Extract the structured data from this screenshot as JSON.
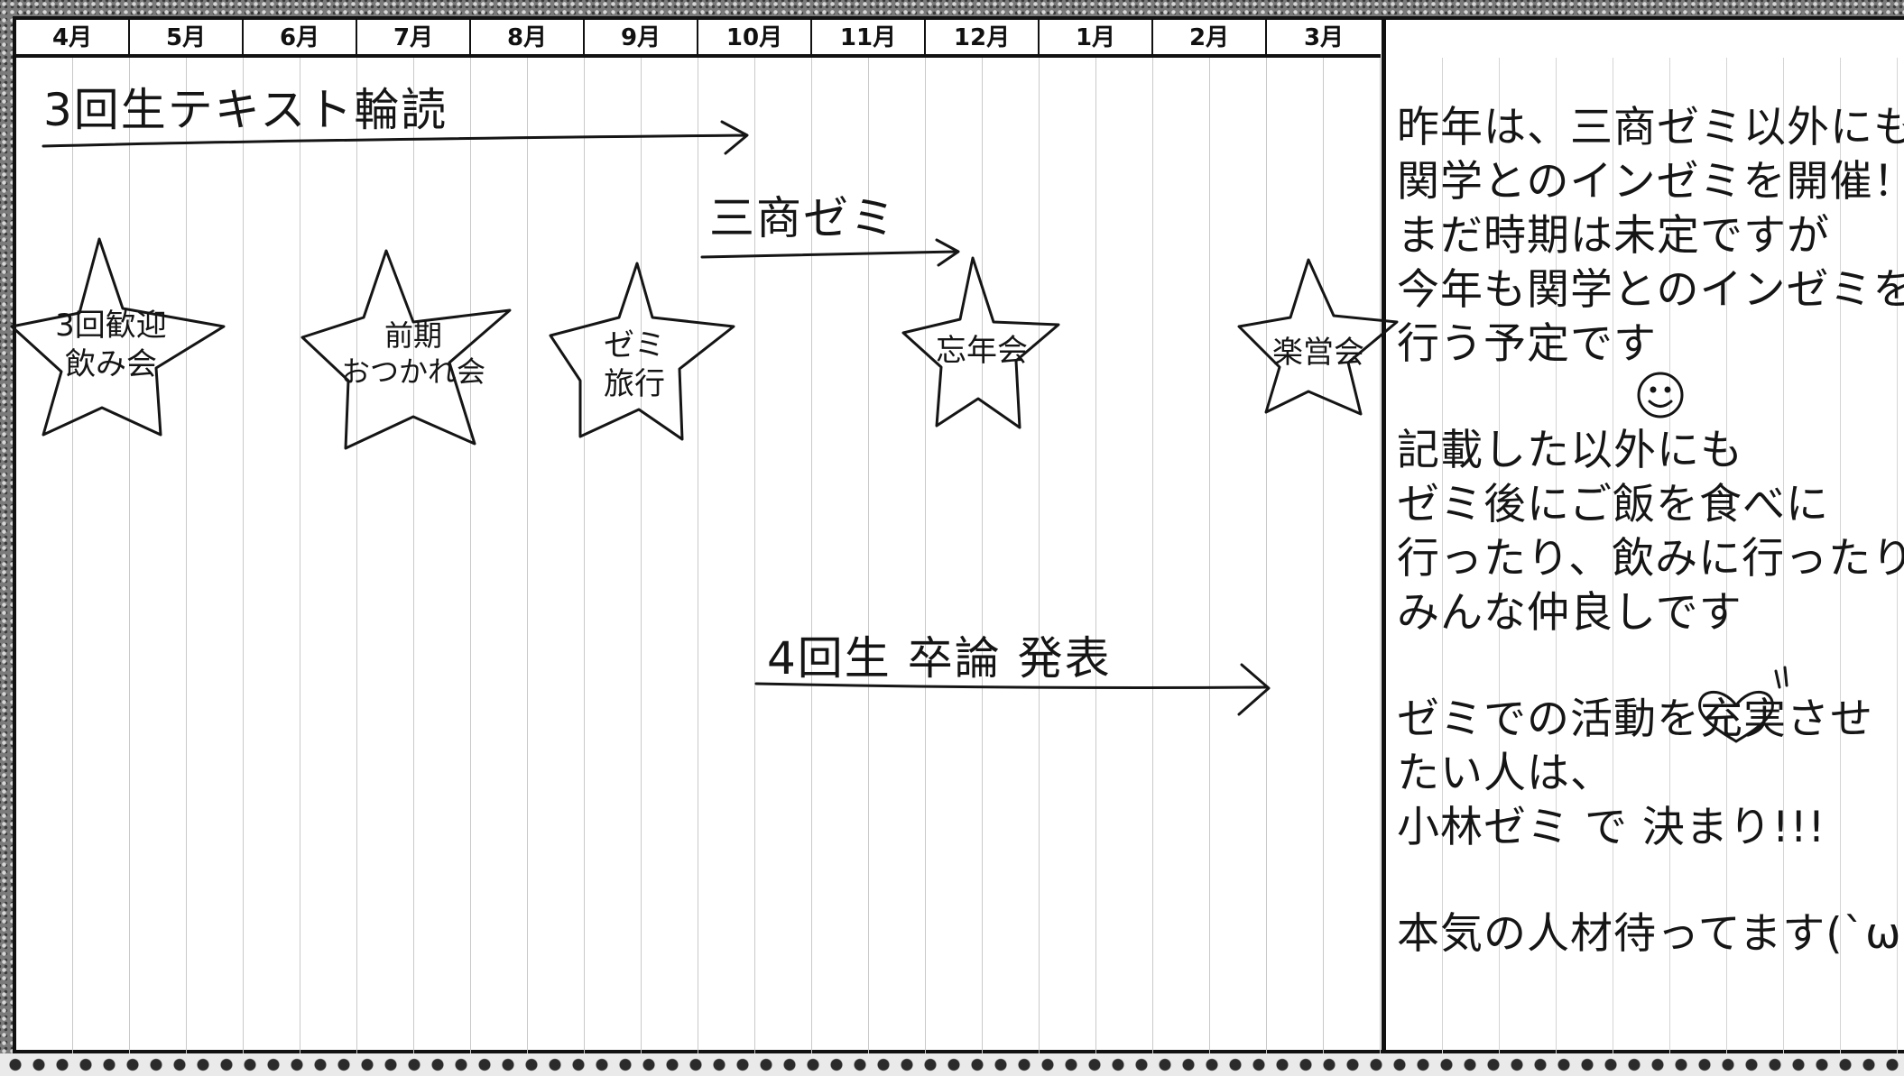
{
  "months": [
    "4月",
    "5月",
    "6月",
    "7月",
    "8月",
    "9月",
    "10月",
    "11月",
    "12月",
    "1月",
    "2月",
    "3月"
  ],
  "periods": [
    {
      "label": "3回生テキスト輪読"
    },
    {
      "label": "三商ゼミ"
    },
    {
      "label": "4回生 卒論 発表"
    }
  ],
  "events": [
    {
      "label": "3回歓迎\n飲み会"
    },
    {
      "label": "前期\nおつかれ会"
    },
    {
      "label": "ゼミ\n旅行"
    },
    {
      "label": "忘年会"
    },
    {
      "label": "楽営会"
    }
  ],
  "notes": [
    {
      "lines": [
        "昨年は、三商ゼミ以外にも",
        "関学とのインゼミを開催！",
        "まだ時期は未定ですが",
        "今年も関学とのインゼミを",
        "行う予定です"
      ],
      "end_icon": "smiley-icon"
    },
    {
      "lines": [
        "記載した以外にも",
        "ゼミ後にご飯を食べに",
        "行ったり、飲みに行ったり、",
        "みんな仲良しです"
      ],
      "end_icon": "heart-icon"
    },
    {
      "lines": [
        "ゼミでの活動を充実させ",
        "たい人は、",
        " 小林ゼミ で 決まり!!!"
      ],
      "end_icon": ""
    },
    {
      "lines": [
        "本気の人材待ってます(`ω´)/"
      ],
      "end_icon": ""
    }
  ]
}
